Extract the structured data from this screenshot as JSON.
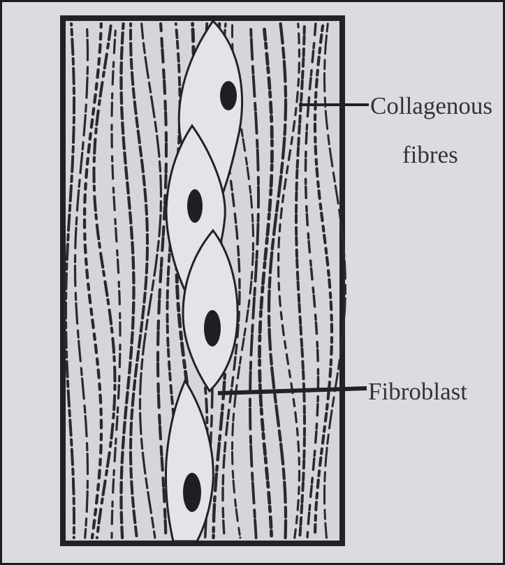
{
  "labels": {
    "collagenous_line1": "Collagenous",
    "collagenous_line2": "fibres",
    "fibroblast": "Fibroblast"
  },
  "colors": {
    "background": "#dcdbe0",
    "ink": "#2a2a2e",
    "cell_fill": "#e4e3e8",
    "tissue_fill": "#d6d5db"
  }
}
